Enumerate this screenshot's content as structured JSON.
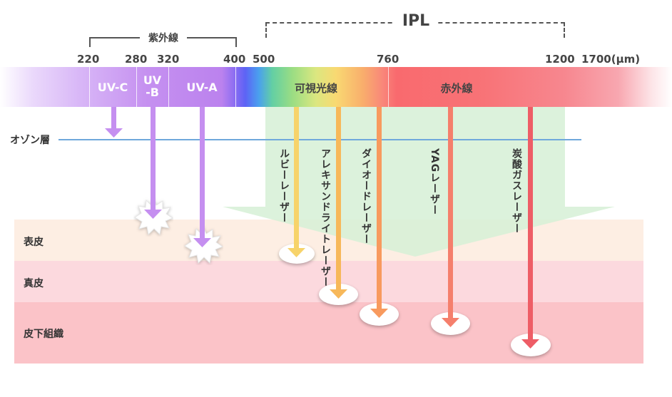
{
  "bracket": {
    "uv_label": "紫外線",
    "ipl_label": "IPL"
  },
  "ticks": [
    "220",
    "280",
    "320",
    "400",
    "500",
    "760",
    "1200",
    "1700(μm)"
  ],
  "spectrum": {
    "uvc": "UV-C",
    "uvb": "UV\n-B",
    "uva": "UV-A",
    "visible": "可視光線",
    "infrared": "赤外線"
  },
  "ozone_label": "オゾン層",
  "layers": {
    "epidermis": "表皮",
    "dermis": "真皮",
    "subcutis": "皮下組織"
  },
  "lasers": {
    "ruby": "ルビーレーザー",
    "alexandrite": "アレキサンドライトレーザー",
    "diode": "ダイオードレーザー",
    "yag": "YAGレーザー",
    "co2": "炭酸ガスレーザー"
  },
  "colors": {
    "uv": "#c58ff0",
    "ruby": "#f7d36a",
    "alexandrite": "#f7b85a",
    "diode": "#f89a5e",
    "yag": "#f57f6c",
    "co2": "#ee5d66",
    "ipl": "#d6f0d6",
    "ozone": "#6fa8dc"
  }
}
